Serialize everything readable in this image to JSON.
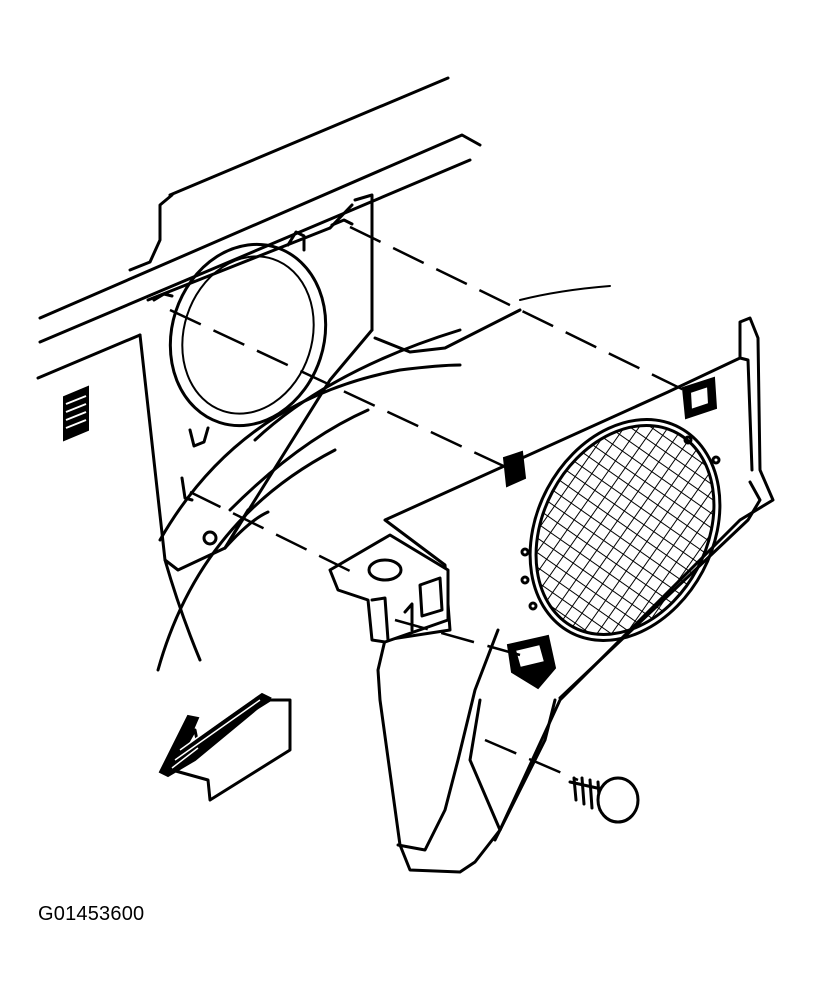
{
  "figure": {
    "id_label": "G01453600",
    "colors": {
      "ink": "#000000",
      "paper": "#ffffff"
    },
    "parts": [
      "speaker-opening",
      "speaker-bracket",
      "trim-panel",
      "speaker-grille",
      "retainer-clips",
      "push-pin-fastener",
      "front-direction-arrow"
    ]
  }
}
